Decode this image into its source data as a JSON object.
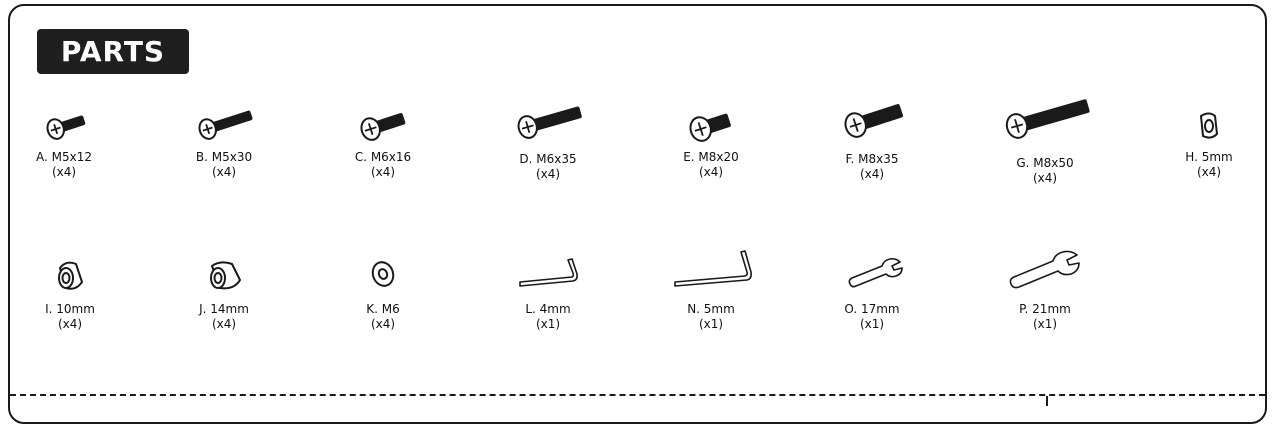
{
  "title": "PARTS",
  "parts": [
    {
      "name": "A. M5x12",
      "qty": "(x4)",
      "icon": "screw-icon"
    },
    {
      "name": "B. M5x30",
      "qty": "(x4)",
      "icon": "screw-icon"
    },
    {
      "name": "C. M6x16",
      "qty": "(x4)",
      "icon": "screw-icon"
    },
    {
      "name": "D. M6x35",
      "qty": "(x4)",
      "icon": "screw-icon"
    },
    {
      "name": "E. M8x20",
      "qty": "(x4)",
      "icon": "screw-icon"
    },
    {
      "name": "F. M8x35",
      "qty": "(x4)",
      "icon": "screw-icon"
    },
    {
      "name": "G. M8x50",
      "qty": "(x4)",
      "icon": "screw-icon"
    },
    {
      "name": "H. 5mm",
      "qty": "(x4)",
      "icon": "spacer-icon"
    },
    {
      "name": "I. 10mm",
      "qty": "(x4)",
      "icon": "spacer-icon"
    },
    {
      "name": "J. 14mm",
      "qty": "(x4)",
      "icon": "spacer-icon"
    },
    {
      "name": "K. M6",
      "qty": "(x4)",
      "icon": "washer-icon"
    },
    {
      "name": "L. 4mm",
      "qty": "(x1)",
      "icon": "allen-key-icon"
    },
    {
      "name": "N. 5mm",
      "qty": "(x1)",
      "icon": "allen-key-icon"
    },
    {
      "name": "O. 17mm",
      "qty": "(x1)",
      "icon": "wrench-icon"
    },
    {
      "name": "P. 21mm",
      "qty": "(x1)",
      "icon": "wrench-icon"
    }
  ]
}
